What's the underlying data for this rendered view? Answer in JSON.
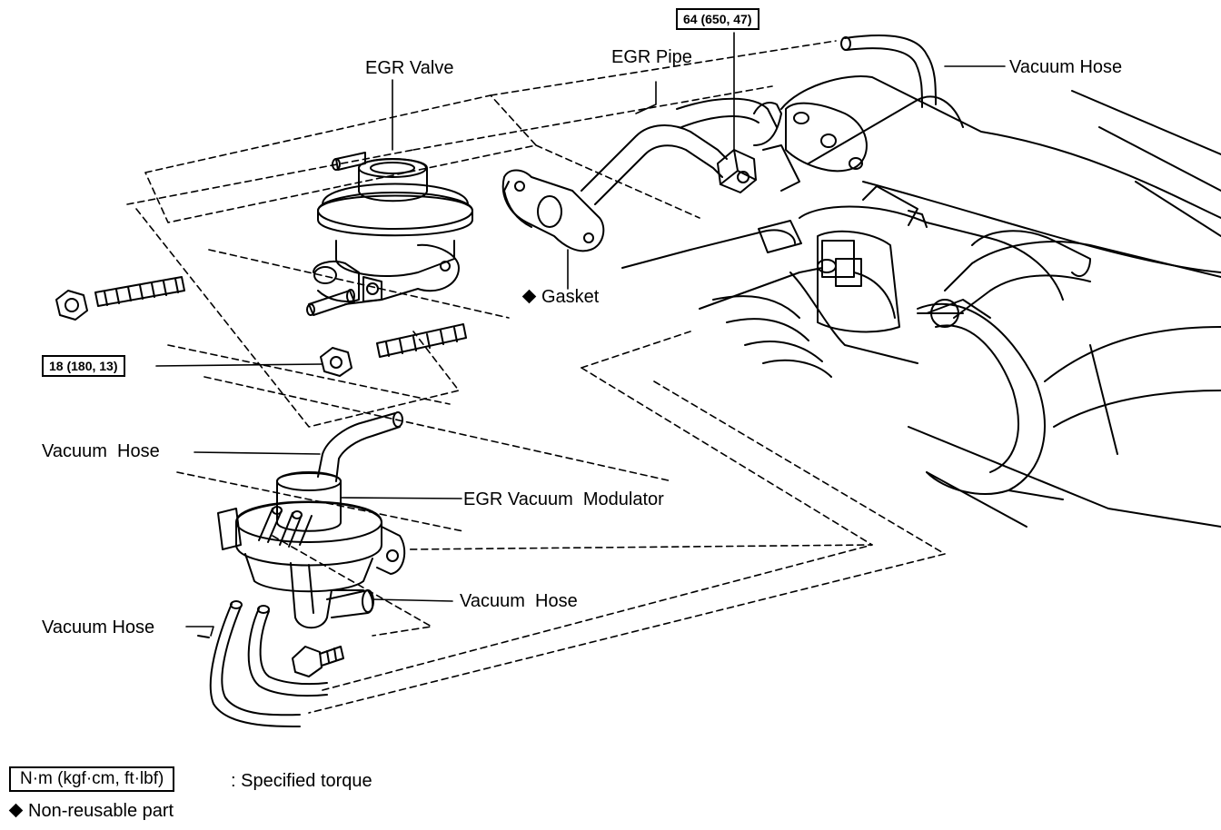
{
  "labels": {
    "egr_valve": "EGR Valve",
    "egr_pipe": "EGR Pipe",
    "vacuum_hose_top": "Vacuum Hose",
    "gasket": "Gasket",
    "vacuum_hose_left": "Vacuum  Hose",
    "egr_vacuum_modulator": "EGR Vacuum  Modulator",
    "vacuum_hose_right": "Vacuum  Hose",
    "vacuum_hose_bottom": "Vacuum Hose"
  },
  "torque": {
    "pipe_nut": "64 (650, 47)",
    "valve_nut": "18 (180, 13)"
  },
  "legend": {
    "torque_units": "N·m (kgf·cm, ft·lbf)",
    "torque_desc": ": Specified torque",
    "non_reusable": "Non-reusable part"
  },
  "colors": {
    "ink": "#000000",
    "paper": "#ffffff"
  }
}
